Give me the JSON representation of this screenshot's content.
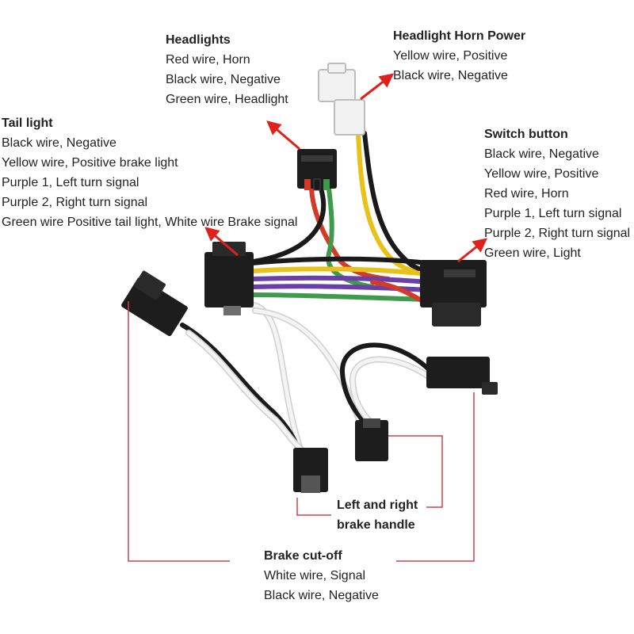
{
  "colors": {
    "wire_red": "#d43a2a",
    "wire_black": "#1a1a1a",
    "wire_green": "#3f9a4c",
    "wire_yellow": "#e8c218",
    "wire_purple": "#6a3fa6",
    "wire_white": "#f4f4f4",
    "arrow_red": "#e0201b",
    "leader_red": "#d0404a",
    "connector_black": "#1d1d1d",
    "connector_white": "#f2f2f2"
  },
  "labels": {
    "headlights": {
      "title": "Headlights",
      "lines": [
        "Red wire, Horn",
        "Black wire, Negative",
        "Green wire, Headlight"
      ]
    },
    "horn_power": {
      "title": "Headlight Horn Power",
      "lines": [
        "Yellow wire, Positive",
        "Black wire, Negative"
      ]
    },
    "tail_light": {
      "title": "Tail light",
      "lines": [
        "Black wire, Negative",
        "Yellow wire, Positive brake light",
        "Purple 1, Left turn signal",
        "Purple 2, Right turn signal",
        "Green wire Positive tail light, White wire Brake signal"
      ]
    },
    "switch_button": {
      "title": "Switch button",
      "lines": [
        "Black wire, Negative",
        "Yellow wire, Positive",
        "Red wire, Horn",
        "Purple 1, Left turn signal",
        "Purple 2, Right turn signal",
        "Green wire, Light"
      ]
    },
    "brake_handle": {
      "lines": [
        "Left and right",
        "brake handle"
      ]
    },
    "brake_cutoff": {
      "title": "Brake cut-off",
      "lines": [
        "White wire, Signal",
        "Black wire, Negative"
      ]
    }
  }
}
